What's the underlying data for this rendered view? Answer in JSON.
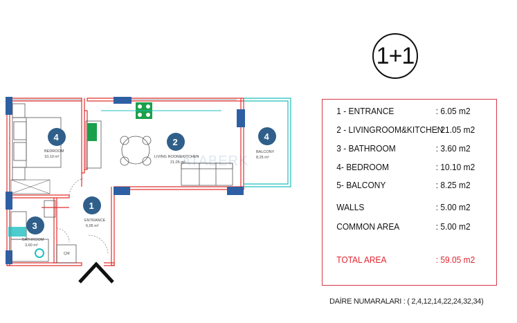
{
  "unit_type": "1+1",
  "watermark": "ATABERK",
  "rooms": [
    {
      "num": "4",
      "name": "BEDROOM",
      "area": "10,10 m²"
    },
    {
      "num": "2",
      "name": "LIVING ROOM&KITCHEN",
      "area": "21,05 m²"
    },
    {
      "num": "4",
      "name": "BALCONY",
      "area": "8,25 m²"
    },
    {
      "num": "1",
      "name": "ENTRANCE",
      "area": "6,05 m²"
    },
    {
      "num": "3",
      "name": "BATHROOM",
      "area": "3,60 m²"
    }
  ],
  "plan_labels": {
    "wc": "ÇM"
  },
  "area_table": {
    "rows": [
      {
        "label": "1 - ENTRANCE",
        "value": ": 6.05 m2"
      },
      {
        "label": "2 - LIVINGROOM&KITCHEN",
        "value": ": 21.05 m2"
      },
      {
        "label": "3 - BATHROOM",
        "value": ": 3.60 m2"
      },
      {
        "label": "4- BEDROOM",
        "value": ": 10.10 m2"
      },
      {
        "label": "5- BALCONY",
        "value": ": 8.25 m2"
      },
      {
        "label": "WALLS",
        "value": ": 5.00 m2"
      },
      {
        "label": "COMMON AREA",
        "value": ": 5.00 m2"
      }
    ],
    "total": {
      "label": "TOTAL AREA",
      "value": ": 59.05 m2"
    },
    "border_color": "#d4394a",
    "total_color": "#e0242f"
  },
  "apartment_numbers": "DAİRE NUMARALARI : ( 2,4,12,14,22,24,32,34)"
}
